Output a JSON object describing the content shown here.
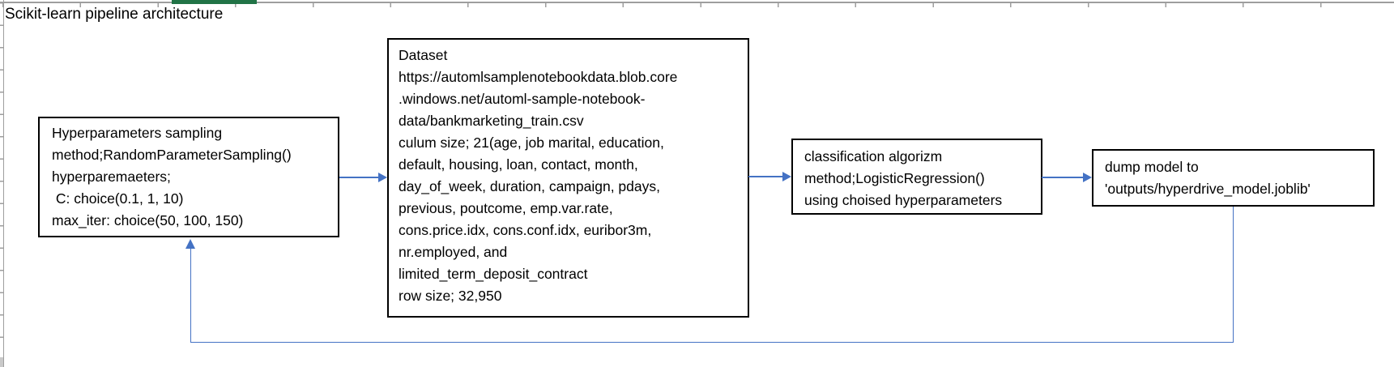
{
  "title": "Scikit-learn pipeline architecture",
  "colors": {
    "arrow": "#4472C4",
    "grid": "#9E9E9E",
    "selection": "#217346",
    "box_border": "#000000",
    "text": "#000000",
    "background": "#FFFFFF"
  },
  "boxes": {
    "hyperparameters": {
      "lines": [
        "Hyperparameters sampling",
        "method;RandomParameterSampling()",
        "hyperparemaeters;",
        " C: choice(0.1, 1, 10)",
        "max_iter: choice(50, 100, 150)"
      ]
    },
    "dataset": {
      "lines": [
        "Dataset",
        "https://automlsamplenotebookdata.blob.core",
        ".windows.net/automl-sample-notebook-",
        "data/bankmarketing_train.csv",
        "culum size; 21(age, job marital, education,",
        "default, housing, loan, contact, month,",
        "day_of_week, duration, campaign, pdays,",
        "previous, poutcome, emp.var.rate,",
        "cons.price.idx, cons.conf.idx, euribor3m,",
        "nr.employed, and",
        "limited_term_deposit_contract",
        "row size; 32,950"
      ]
    },
    "classifier": {
      "lines": [
        "classification algorizm",
        "method;LogisticRegression()",
        "using choised hyperparameters"
      ]
    },
    "dump": {
      "lines": [
        "dump model to",
        "'outputs/hyperdrive_model.joblib'"
      ]
    }
  }
}
